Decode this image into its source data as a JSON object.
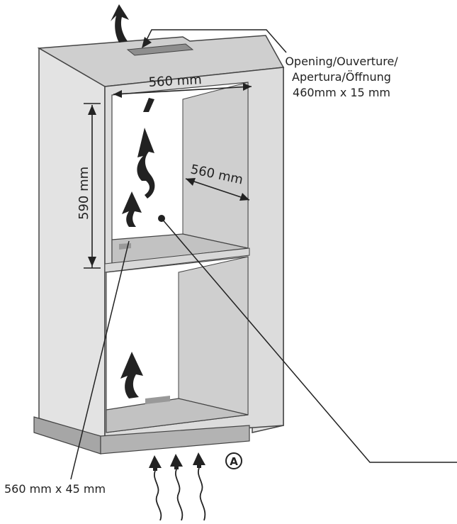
{
  "labels": {
    "opening_line1": "Opening/Ouverture/",
    "opening_line2": "Apertura/Öffnung",
    "opening_line3": "460mm x 15 mm",
    "width_top": "560 mm",
    "height_side": "590 mm",
    "depth": "560 mm",
    "bottom_vent": "560 mm x 45 mm",
    "marker": "A"
  },
  "colors": {
    "panel_light": "#e6e6e6",
    "panel_mid": "#d4d4d4",
    "panel_dark": "#b9b9b9",
    "plinth": "#aaaaaa",
    "outline": "#444444",
    "arrow": "#222222",
    "text": "#222222"
  }
}
